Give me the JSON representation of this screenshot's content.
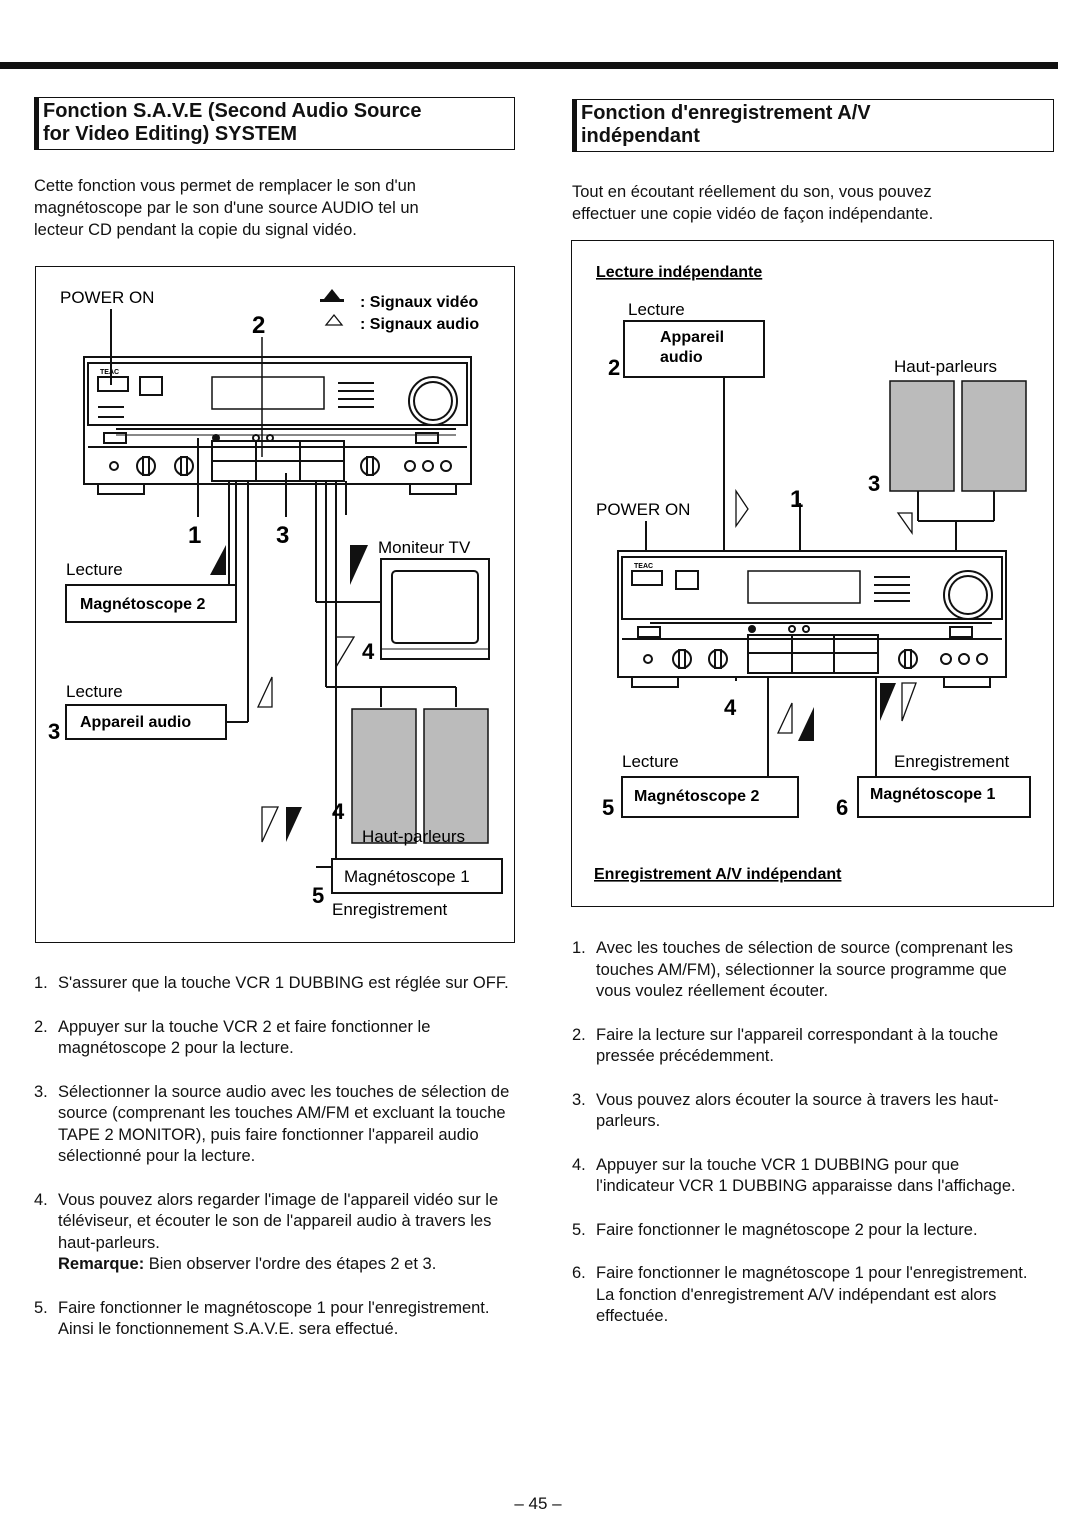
{
  "left": {
    "title_line1": "Fonction S.A.V.E (Second Audio Source",
    "title_line2": "for Video Editing) SYSTEM",
    "intro": [
      "Cette fonction vous permet de remplacer le son d'un",
      "magnétoscope par le son d'une source AUDIO tel un",
      "lecteur CD pendant la copie du signal vidéo."
    ],
    "diagram": {
      "power_on": "POWER ON",
      "legend_video": ": Signaux vidéo",
      "legend_audio": ": Signaux audio",
      "num_2": "2",
      "num_1": "1",
      "num_3a": "3",
      "num_3b": "3",
      "num_4a": "4",
      "num_4b": "4",
      "num_5": "5",
      "lecture_1": "Lecture",
      "magnetoscope_2": "Magnétoscope 2",
      "lecture_2": "Lecture",
      "appareil_audio": "Appareil audio",
      "moniteur_tv": "Moniteur TV",
      "haut_parleurs": "Haut-parleurs",
      "magnetoscope_1": "Magnétoscope 1",
      "enregistrement": "Enregistrement",
      "brand": "TEAC"
    },
    "steps": [
      {
        "num": "1.",
        "text": "S'assurer que la touche VCR 1 DUBBING est réglée sur OFF."
      },
      {
        "num": "2.",
        "text": "Appuyer sur la touche VCR 2 et faire fonctionner le magnétoscope 2 pour la lecture."
      },
      {
        "num": "3.",
        "text": "Sélectionner la source audio avec les touches de sélection de source (comprenant les touches AM/FM et excluant la touche TAPE 2 MONITOR), puis faire fonctionner l'appareil audio sélectionné pour la lecture."
      },
      {
        "num": "4.",
        "text": "Vous pouvez alors regarder l'image de l'appareil vidéo sur le téléviseur, et écouter le son de l'appareil audio à travers les haut-parleurs.",
        "note_label": "Remarque:",
        "note_text": " Bien observer l'ordre des étapes 2 et 3."
      },
      {
        "num": "5.",
        "text": "Faire fonctionner le magnétoscope 1 pour l'enregistrement. Ainsi le fonctionnement S.A.V.E. sera effectué."
      }
    ]
  },
  "right": {
    "title_line1": "Fonction d'enregistrement A/V",
    "title_line2": "indépendant",
    "intro": [
      "Tout en écoutant réellement du son, vous pouvez",
      "effectuer une copie vidéo de façon indépendante."
    ],
    "diagram": {
      "caption_top": "Lecture indépendante",
      "lecture_top": "Lecture",
      "appareil": "Appareil",
      "audio": "audio",
      "num_2": "2",
      "haut_parleurs": "Haut-parleurs",
      "num_3": "3",
      "power_on": "POWER ON",
      "num_1": "1",
      "num_4": "4",
      "lecture_bottom": "Lecture",
      "enregistrement": "Enregistrement",
      "num_5": "5",
      "magnetoscope_2": "Magnétoscope 2",
      "num_6": "6",
      "magnetoscope_1": "Magnétoscope 1",
      "caption_bottom": "Enregistrement A/V indépendant",
      "brand": "TEAC"
    },
    "steps": [
      {
        "num": "1.",
        "text": "Avec les touches de sélection de source (comprenant les touches AM/FM), sélectionner la source programme que vous voulez réellement écouter."
      },
      {
        "num": "2.",
        "text": "Faire la lecture sur l'appareil correspondant à la touche pressée précédemment."
      },
      {
        "num": "3.",
        "text": "Vous pouvez alors écouter la source à travers les haut-parleurs."
      },
      {
        "num": "4.",
        "text": "Appuyer sur la touche VCR 1 DUBBING pour que l'indicateur VCR 1 DUBBING apparaisse dans l'affichage."
      },
      {
        "num": "5.",
        "text": "Faire fonctionner le magnétoscope 2 pour la lecture."
      },
      {
        "num": "6.",
        "text": "Faire fonctionner le magnétoscope 1 pour l'enregistrement. La fonction d'enregistrement A/V indépendant est alors effectuée."
      }
    ]
  },
  "page_number": "– 45 –"
}
